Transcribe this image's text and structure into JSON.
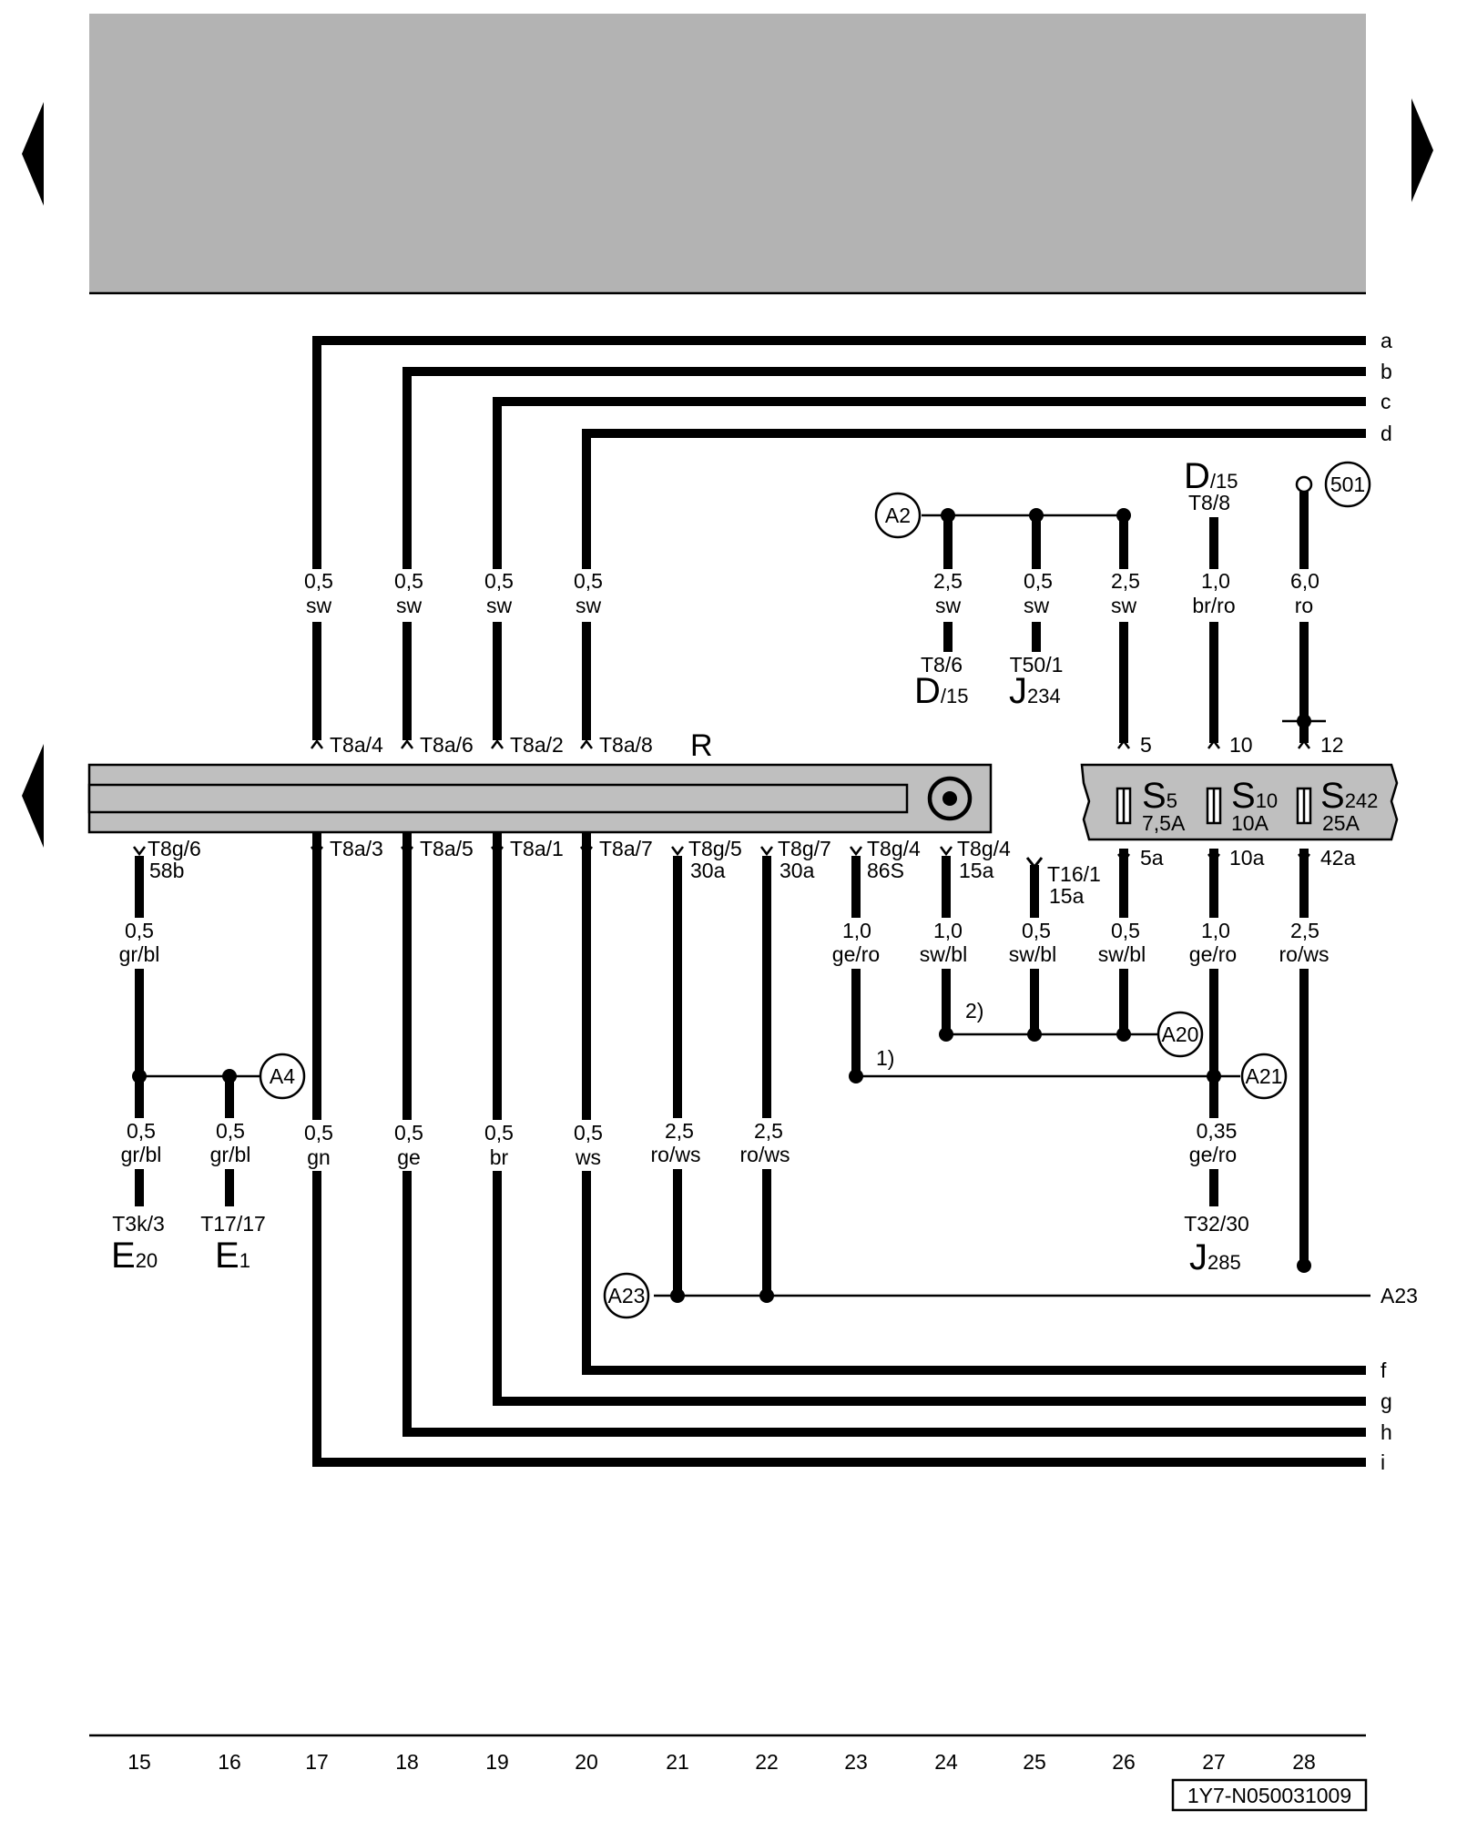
{
  "colors": {
    "header_band": "#b3b3b3",
    "component_fill": "#bfbfbf",
    "line": "#000000"
  },
  "nav": {
    "prev_top": "arrow-left-icon",
    "next_top": "arrow-right-icon",
    "prev_mid": "arrow-left-icon"
  },
  "component_R": "R",
  "right_labels": [
    "a",
    "b",
    "c",
    "d",
    "f",
    "g",
    "h",
    "i"
  ],
  "top_wires": [
    {
      "size": "0,5",
      "color": "sw",
      "pin": "T8a/4"
    },
    {
      "size": "0,5",
      "color": "sw",
      "pin": "T8a/6"
    },
    {
      "size": "0,5",
      "color": "sw",
      "pin": "T8a/2"
    },
    {
      "size": "0,5",
      "color": "sw",
      "pin": "T8a/8"
    }
  ],
  "bottom_wires": [
    {
      "pin": "T8a/3",
      "size": "0,5",
      "color": "gn"
    },
    {
      "pin": "T8a/5",
      "size": "0,5",
      "color": "ge"
    },
    {
      "pin": "T8a/1",
      "size": "0,5",
      "color": "br"
    },
    {
      "pin": "T8a/7",
      "size": "0,5",
      "color": "ws"
    }
  ],
  "col15": {
    "pin": "T8g/6",
    "term": "58b",
    "size1": "0,5",
    "color1": "gr/bl",
    "size2": "0,5",
    "color2": "gr/bl",
    "conn": "T3k/3",
    "comp": "E",
    "comp_sub": "20"
  },
  "col16": {
    "size": "0,5",
    "color": "gr/bl",
    "conn": "T17/17",
    "comp": "E",
    "comp_sub": "1"
  },
  "col21": {
    "pin": "T8g/5",
    "term": "30a",
    "size": "2,5",
    "color": "ro/ws"
  },
  "col22": {
    "pin": "T8g/7",
    "term": "30a",
    "size": "2,5",
    "color": "ro/ws"
  },
  "col23": {
    "pin": "T8g/4",
    "term": "86S",
    "size": "1,0",
    "color": "ge/ro",
    "note": "1)"
  },
  "col24": {
    "pin": "T8g/4",
    "term": "15a",
    "size": "1,0",
    "color": "sw/bl",
    "note": "2)"
  },
  "col25": {
    "pin": "T16/1",
    "term": "15a",
    "size": "0,5",
    "color": "sw/bl"
  },
  "col26": {
    "size": "0,5",
    "color": "sw/bl"
  },
  "col27": {
    "size": "1,0",
    "color": "ge/ro",
    "size2": "0,35",
    "color2": "ge/ro",
    "conn": "T32/30",
    "comp": "J",
    "comp_sub": "285"
  },
  "col28": {
    "size": "2,5",
    "color": "ro/ws"
  },
  "upper_right": {
    "c24": {
      "size": "2,5",
      "color": "sw",
      "conn": "T8/6",
      "comp": "D",
      "comp_sub": "/15"
    },
    "c25": {
      "size": "0,5",
      "color": "sw",
      "conn": "T50/1",
      "comp": "J",
      "comp_sub": "234"
    },
    "c26": {
      "size": "2,5",
      "color": "sw"
    },
    "c27": {
      "size": "1,0",
      "color": "br/ro",
      "conn": "T8/8",
      "comp": "D",
      "comp_sub": "/15"
    },
    "c28": {
      "size": "6,0",
      "color": "ro"
    }
  },
  "fuses": [
    {
      "name": "S",
      "sub": "5",
      "rating": "7,5A",
      "in_pin": "5",
      "out_pin": "5a"
    },
    {
      "name": "S",
      "sub": "10",
      "rating": "10A",
      "in_pin": "10",
      "out_pin": "10a"
    },
    {
      "name": "S",
      "sub": "242",
      "rating": "25A",
      "in_pin": "12",
      "out_pin": "42a"
    }
  ],
  "connectors": {
    "A2": "A2",
    "A4": "A4",
    "A20": "A20",
    "A21": "A21",
    "A23": "A23",
    "n501": "501"
  },
  "a23_right": "A23",
  "columns": [
    "15",
    "16",
    "17",
    "18",
    "19",
    "20",
    "21",
    "22",
    "23",
    "24",
    "25",
    "26",
    "27",
    "28"
  ],
  "doc_id": "1Y7-N050031009"
}
